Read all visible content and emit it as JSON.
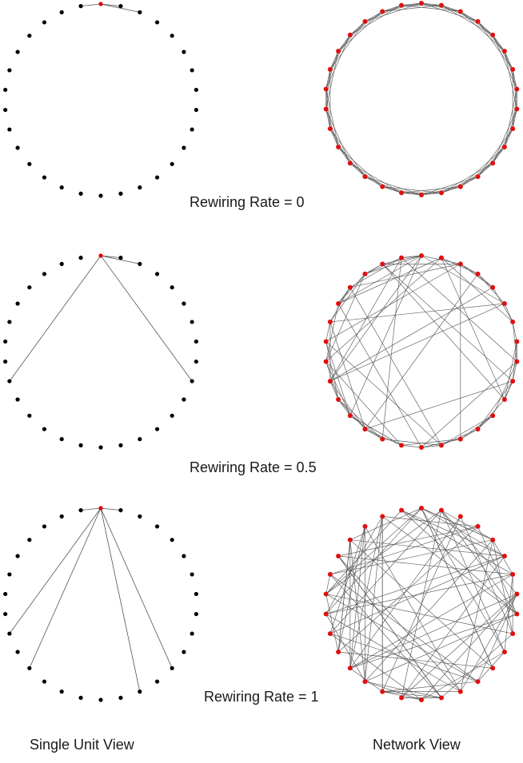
{
  "panels": [
    {
      "rate_label": "Rewiring Rate = 0",
      "rewiring_rate": 0
    },
    {
      "rate_label": "Rewiring Rate = 0.5",
      "rewiring_rate": 0.5
    },
    {
      "rate_label": "Rewiring Rate = 1",
      "rewiring_rate": 1
    }
  ],
  "footer": {
    "left_label": "Single Unit View",
    "right_label": "Network View"
  },
  "node_count": 30,
  "colors": {
    "node_single": "#000000",
    "node_highlight": "#e00000",
    "node_network": "#e01010",
    "edge": "#555555"
  }
}
